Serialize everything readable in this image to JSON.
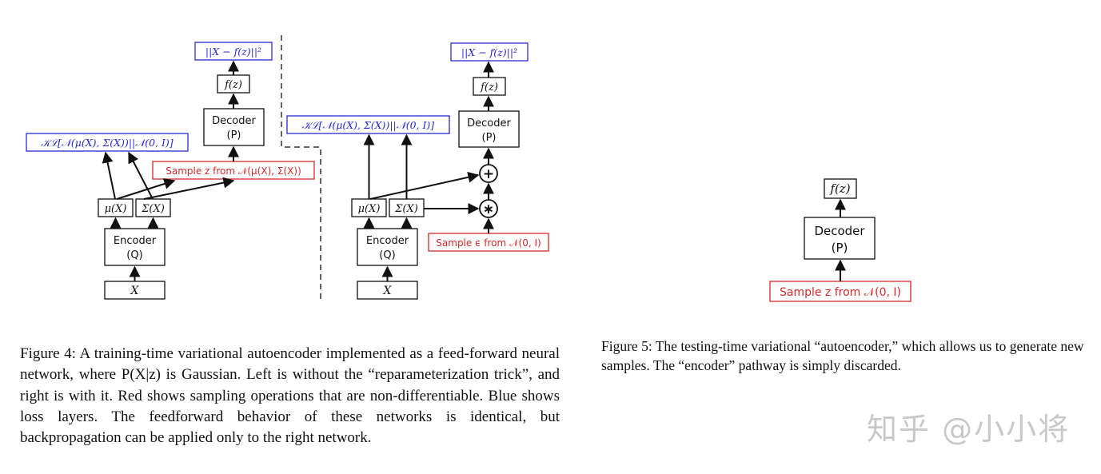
{
  "figure4": {
    "left": {
      "input": "X",
      "encoder_title": "Encoder",
      "encoder_param": "(Q)",
      "mu": "μ(X)",
      "sigma": "Σ(X)",
      "kl_loss": "𝒦ℒ[𝒩(μ(X), Σ(X))||𝒩(0, I)]",
      "sample": "Sample z from 𝒩(μ(X), Σ(X))",
      "decoder_title": "Decoder",
      "decoder_param": "(P)",
      "fz": "f(z)",
      "recon_loss": "||X − f(z)||²"
    },
    "right": {
      "input": "X",
      "encoder_title": "Encoder",
      "encoder_param": "(Q)",
      "mu": "μ(X)",
      "sigma": "Σ(X)",
      "kl_loss": "𝒦ℒ[𝒩(μ(X), Σ(X))||𝒩(0, I)]",
      "sample": "Sample ϵ from 𝒩(0, I)",
      "multiply": "∗",
      "add": "+",
      "decoder_title": "Decoder",
      "decoder_param": "(P)",
      "fz": "f(z)",
      "recon_loss": "||X − f(z)||²"
    },
    "caption": "Figure 4: A training-time variational autoencoder implemented as a feed-forward neural network, where P(X|z) is Gaussian. Left is without the “reparameterization trick”, and right is with it. Red shows sampling operations that are non-differentiable. Blue shows loss layers. The feedforward behavior of these networks is identical, but backpropagation can be applied only to the right network."
  },
  "figure5": {
    "fz": "f(z)",
    "decoder_title": "Decoder",
    "decoder_param": "(P)",
    "sample": "Sample z from 𝒩(0, I)",
    "caption": "Figure 5: The testing-time variational “autoencoder,” which allows us to generate new samples. The “encoder” pathway is simply discarded."
  },
  "watermark": "知乎 @小小将",
  "colors": {
    "sampling": "#d42a2a",
    "loss": "#2a2ad0",
    "ink": "#111111"
  }
}
